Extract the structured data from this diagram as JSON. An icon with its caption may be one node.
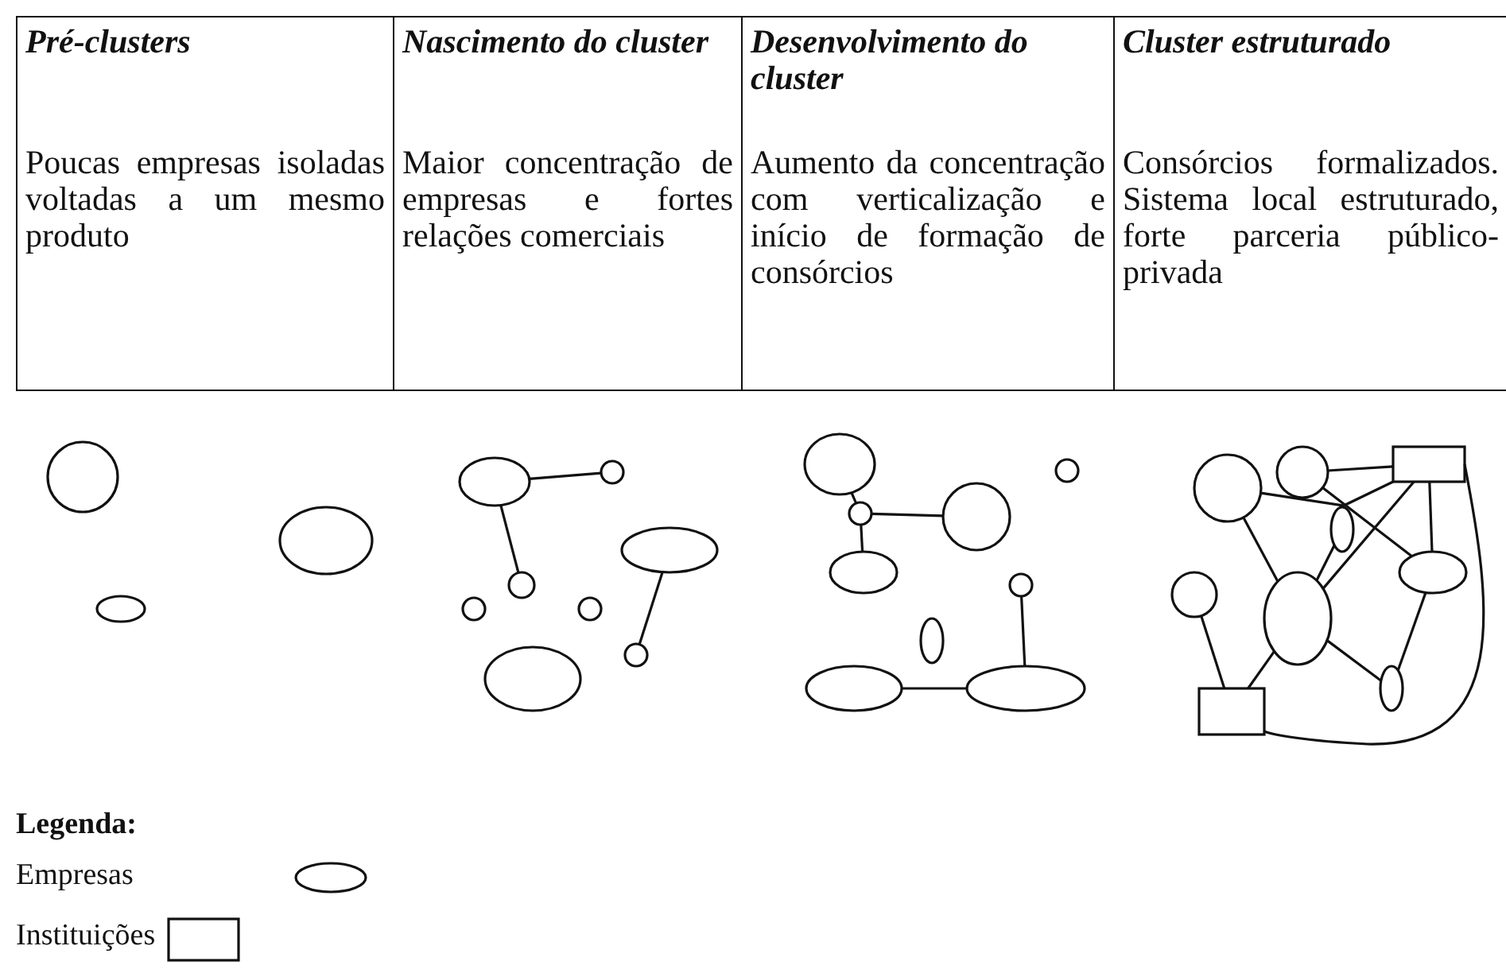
{
  "diagram": {
    "nodes": [
      {
        "text": [],
        "shape": "circle"
      },
      {
        "text": [],
        "shape": "ellipse"
      },
      {
        "text": [],
        "shape": "ellipse"
      },
      {
        "text": [],
        "shape": "ellipse"
      },
      {
        "text": [],
        "shape": "circle"
      },
      {
        "text": [],
        "shape": "ellipse"
      },
      {
        "text": [],
        "shape": "circle"
      },
      {
        "text": [],
        "shape": "circle"
      },
      {
        "text": [],
        "shape": "circle"
      },
      {
        "text": [],
        "shape": "circle"
      },
      {
        "text": [],
        "shape": "ellipse"
      },
      {
        "text": [],
        "shape": "ellipse"
      },
      {
        "text": [],
        "shape": "circle"
      },
      {
        "text": [],
        "shape": "circle"
      },
      {
        "text": [],
        "shape": "circle"
      },
      {
        "text": [],
        "shape": "ellipse"
      },
      {
        "text": [],
        "shape": "circle"
      },
      {
        "text": [],
        "shape": "ellipse"
      },
      {
        "text": [],
        "shape": "ellipse"
      },
      {
        "text": [],
        "shape": "ellipse"
      },
      {
        "text": [],
        "shape": "box"
      },
      {
        "text": [],
        "shape": "circle"
      },
      {
        "text": [],
        "shape": "circle"
      },
      {
        "text": [],
        "shape": "ellipse"
      },
      {
        "text": [],
        "shape": "ellipse"
      },
      {
        "text": [],
        "shape": "circle"
      },
      {
        "text": [],
        "shape": "ellipse"
      },
      {
        "text": [],
        "shape": "ellipse"
      },
      {
        "text": [],
        "shape": "box"
      }
    ],
    "edges": [
      {
        "from": 3,
        "to": 4,
        "arrow": "none"
      },
      {
        "from": 3,
        "to": 6,
        "arrow": "none"
      },
      {
        "from": 5,
        "to": 9,
        "arrow": "none"
      },
      {
        "from": 11,
        "to": 13,
        "arrow": "none"
      },
      {
        "from": 13,
        "to": 14,
        "arrow": "none"
      },
      {
        "from": 13,
        "to": 15,
        "arrow": "none"
      },
      {
        "from": 18,
        "to": 19,
        "arrow": "none"
      },
      {
        "from": 19,
        "to": 16,
        "arrow": "none"
      },
      {
        "from": 21,
        "to": 20,
        "arrow": "none"
      },
      {
        "from": 22,
        "to": 20,
        "arrow": "none"
      },
      {
        "from": 21,
        "to": 24,
        "arrow": "none"
      },
      {
        "from": 22,
        "to": 26,
        "arrow": "none"
      },
      {
        "from": 26,
        "to": 23,
        "arrow": "none"
      },
      {
        "from": 26,
        "to": 20,
        "arrow": "none"
      },
      {
        "from": 20,
        "to": 24,
        "arrow": "none"
      },
      {
        "from": 26,
        "to": 27,
        "arrow": "none"
      },
      {
        "from": 24,
        "to": 27,
        "arrow": "none"
      },
      {
        "from": 25,
        "to": 28,
        "arrow": "none"
      },
      {
        "from": 28,
        "to": 26,
        "arrow": "none"
      },
      {
        "from": 20,
        "to": 28,
        "arrow": "none"
      }
    ],
    "labels": [
      "Pré-clusters",
      "Nascimento do cluster",
      "Desenvolvimento do cluster",
      "Cluster estruturado",
      "Poucas empresas isoladas voltadas a um mesmo produto",
      "Maior concentração de empresas e fortes relações comerciais",
      "Aumento da concentração com verticalização e início de formação de consórcios",
      "Consórcios formalizados. Sistema local estruturado, forte parceria público-privada",
      "Legenda:"
    ],
    "legend": [
      {
        "text": "Empresas"
      },
      {
        "text": "Instituições"
      }
    ]
  }
}
